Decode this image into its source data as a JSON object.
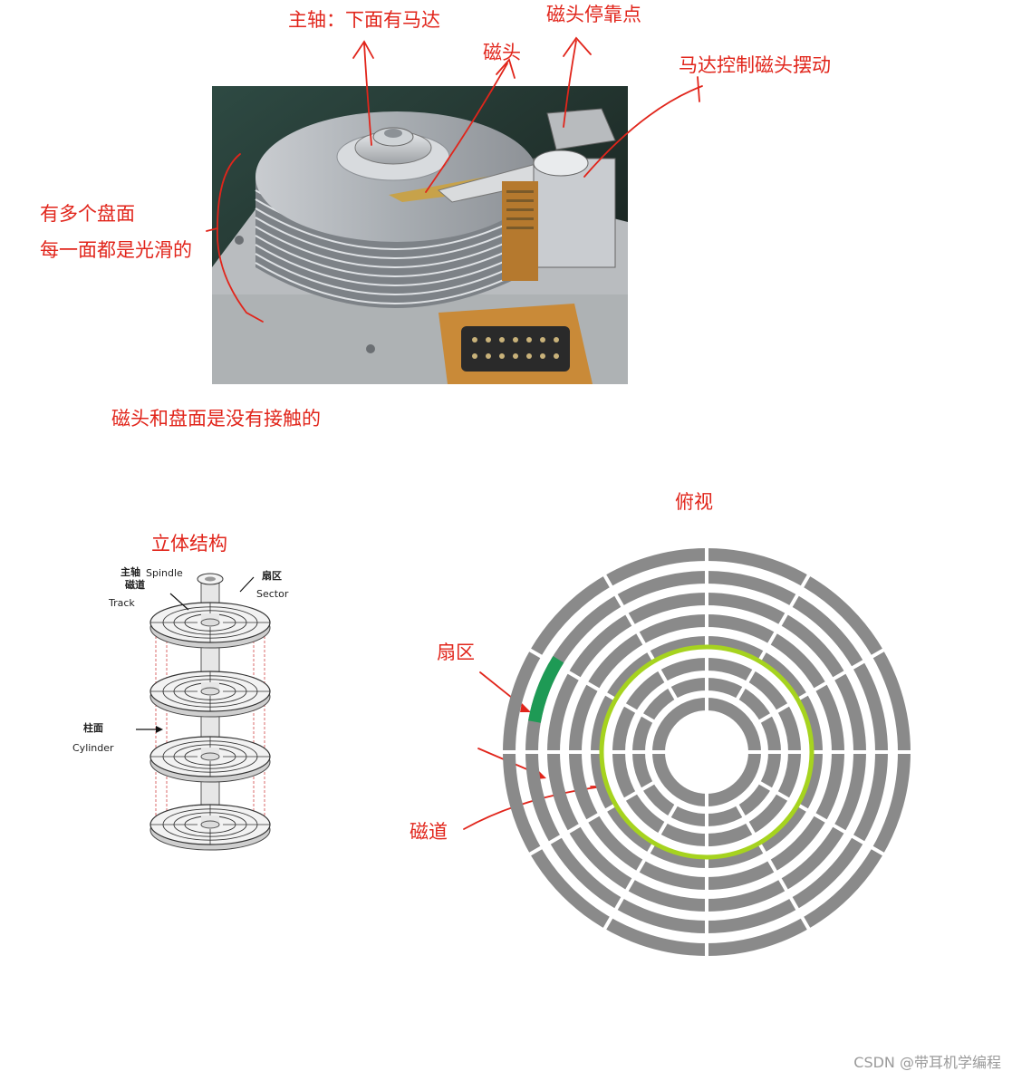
{
  "photo_labels": {
    "spindle": "主轴：下面有马达",
    "head": "磁头",
    "park": "磁头停靠点",
    "motor_control": "马达控制磁头摆动",
    "platters_line1": "有多个盘面",
    "platters_line2": "每一面都是光滑的",
    "no_contact": "磁头和盘面是没有接触的"
  },
  "stack_diagram": {
    "title": "立体结构",
    "spindle_cn": "主轴",
    "spindle_en": "Spindle",
    "track_cn": "磁道",
    "track_en": "Track",
    "sector_cn": "扇区",
    "sector_en": "Sector",
    "cylinder_cn": "柱面",
    "cylinder_en": "Cylinder"
  },
  "top_view": {
    "title": "俯视",
    "sector_label": "扇区",
    "track_label": "磁道",
    "ring_color": "#8a8a8a",
    "highlight_track_color": "#a6d31f",
    "highlight_sector_color": "#1e9a55"
  },
  "watermark": "CSDN @带耳机学编程",
  "colors": {
    "annotation": "#e1251b"
  }
}
